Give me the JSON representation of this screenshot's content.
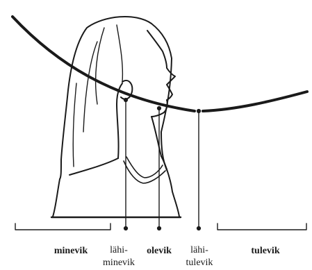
{
  "colors": {
    "ink": "#1a1a1a",
    "background": "#ffffff"
  },
  "illustration": "woman-profile",
  "labels": {
    "past": "minevik",
    "near_past_line1": "lähi-",
    "near_past_line2": "minevik",
    "present": "olevik",
    "near_future_line1": "lähi-",
    "near_future_line2": "tulevik",
    "future": "tulevik"
  }
}
